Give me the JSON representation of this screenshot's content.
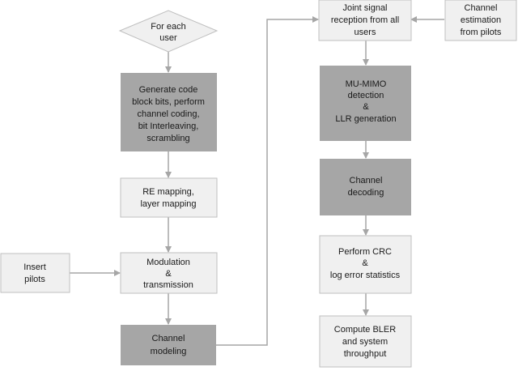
{
  "nodes": {
    "for_each_user": [
      "For each",
      "user"
    ],
    "generate_code": [
      "Generate code",
      "block bits, perform",
      "channel coding,",
      "bit Interleaving,",
      "scrambling"
    ],
    "re_mapping": [
      "RE mapping,",
      "layer mapping"
    ],
    "modulation": [
      "Modulation",
      "&",
      "transmission"
    ],
    "insert_pilots": [
      "Insert",
      "pilots"
    ],
    "channel_modeling": [
      "Channel",
      "modeling"
    ],
    "joint_reception": [
      "Joint signal",
      "reception from all",
      "users"
    ],
    "channel_estimation": [
      "Channel",
      "estimation",
      "from pilots"
    ],
    "mu_mimo": [
      "MU-MIMO",
      "detection",
      "&",
      "LLR generation"
    ],
    "channel_decoding": [
      "Channel",
      "decoding"
    ],
    "perform_crc": [
      "Perform CRC",
      "&",
      "log error statistics"
    ],
    "compute_bler": [
      "Compute BLER",
      "and system",
      "throughput"
    ]
  },
  "colors": {
    "light_fill": "#f0f0f0",
    "dark_fill": "#a6a6a6",
    "border": "#bfbfbf",
    "arrow": "#a6a6a6",
    "text": "#1a1a1a"
  }
}
